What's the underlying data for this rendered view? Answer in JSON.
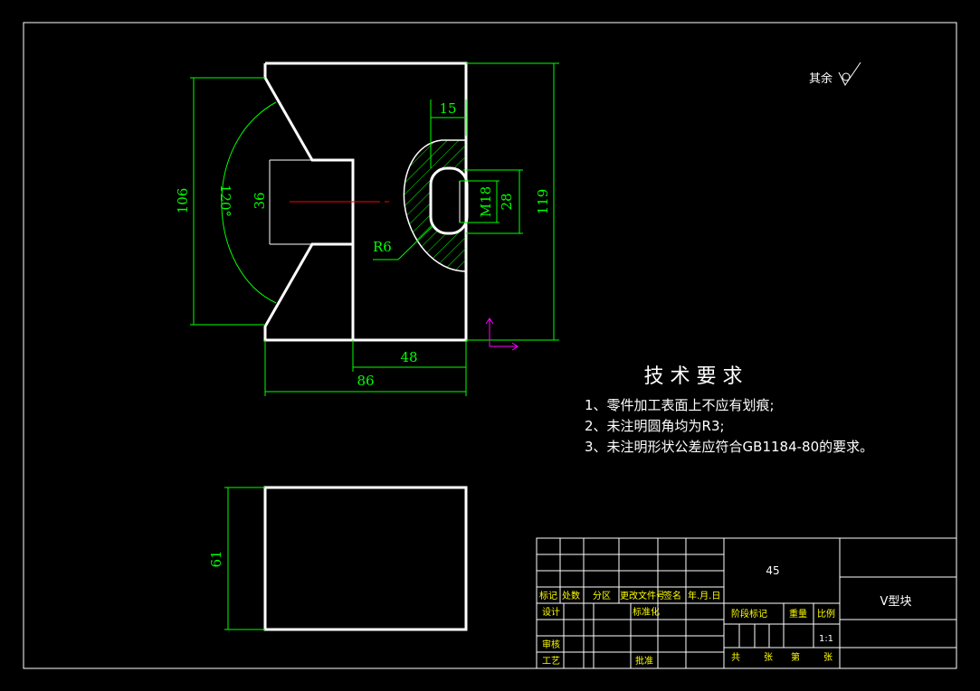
{
  "dimensions": {
    "d15": "15",
    "d106": "106",
    "d120": "120°",
    "d36": "36",
    "dM18": "M18",
    "d28": "28",
    "d119": "119",
    "dR6": "R6",
    "d48": "48",
    "d86": "86",
    "d61": "61"
  },
  "surface_finish": "其余",
  "tech_requirements": {
    "title": "技 术 要 求",
    "items": [
      "1、零件加工表面上不应有划痕;",
      "2、未注明圆角均为R3;",
      "3、未注明形状公差应符合GB1184-80的要求。"
    ]
  },
  "title_block": {
    "material": "45",
    "part_name": "V型块",
    "scale": "1:1",
    "labels": {
      "mark": "标记",
      "count": "处数",
      "zone": "分区",
      "change_doc": "更改文件号",
      "signature": "签名",
      "date": "年.月.日",
      "design": "设计",
      "standardize": "标准化",
      "review": "审核",
      "process": "工艺",
      "approve": "批准",
      "stage_mark": "阶段标记",
      "weight": "重量",
      "ratio": "比例",
      "total": "共",
      "sheet_unit": "张",
      "page": "第",
      "sheet_unit2": "张"
    }
  }
}
